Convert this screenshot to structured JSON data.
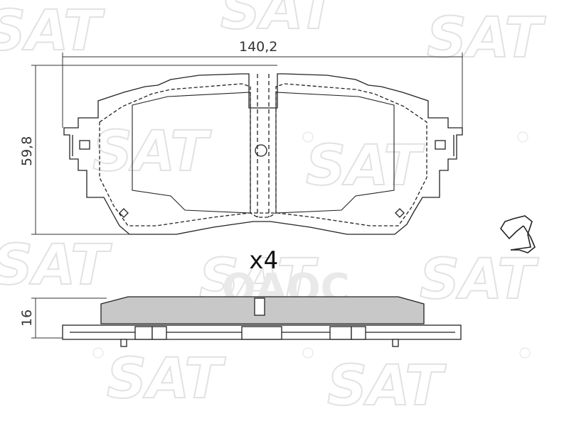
{
  "watermark": {
    "brand": "SAT",
    "center_text": "ОАОС"
  },
  "drawing": {
    "width_dimension": "140,2",
    "height_dimension": "59,8",
    "thickness_dimension": "16",
    "quantity_label": "x4"
  },
  "colors": {
    "line": "#222222",
    "pad_fill": "#c8c8c8",
    "watermark": "#e2e2e2"
  }
}
